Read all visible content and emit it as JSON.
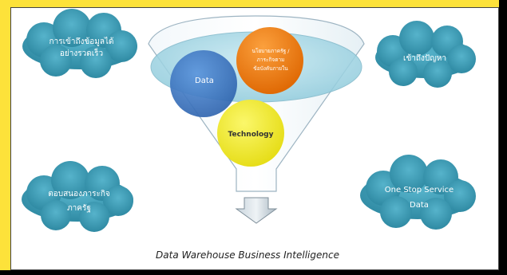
{
  "clouds": {
    "top_left": {
      "line1": "การเข้าถึงข้อมูลได้",
      "line2": "อย่างรวดเร็ว"
    },
    "top_right": {
      "line1": "เข้าถึงปัญหา"
    },
    "bottom_left": {
      "line1": "ตอบสนองภาระกิจ",
      "line2": "ภาครัฐ"
    },
    "bottom_right": {
      "line1": "One Stop Service",
      "line2": "Data"
    }
  },
  "funnel": {
    "data_label": "Data",
    "orange_line1": "นโยบายภาครัฐ /",
    "orange_line2": "ภาระกิจตาม",
    "orange_line3": "ข้อบังคับภายใน",
    "technology_label": "Technology"
  },
  "caption": "Data Warehouse Business Intelligence",
  "colors": {
    "cloud": "#3d9db6",
    "blue_circle": "#3f79c4",
    "orange_circle": "#ee7a12",
    "yellow_circle": "#f4ee2f",
    "funnel_rim": "#9fd6e6",
    "band_yellow": "#fde23a"
  }
}
